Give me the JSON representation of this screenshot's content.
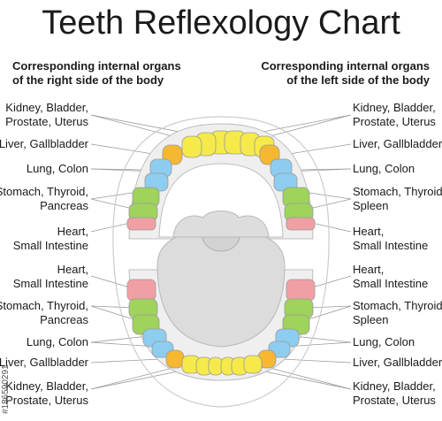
{
  "title": "Teeth Reflexology Chart",
  "headers": {
    "right_side": [
      "Corresponding internal organs",
      "of the right side of the body"
    ],
    "left_side": [
      "Corresponding internal organs",
      "of the left side of the body"
    ]
  },
  "colors": {
    "yellow": "#f5ea4a",
    "orange": "#f5b830",
    "blue": "#8dcdf0",
    "green": "#9ed35c",
    "red": "#f0a0a4",
    "gum": "#ececec",
    "outline": "#bbbbbb"
  },
  "labels": {
    "upper_incisors": [
      "Kidney, Bladder,",
      "Prostate, Uterus"
    ],
    "upper_canine": [
      "Liver, Gallbladder"
    ],
    "upper_premolars": [
      "Lung, Colon"
    ],
    "upper_molars": [
      "Stomach, Thyroid,",
      "Pancreas"
    ],
    "upper_molars_left": [
      "Stomach, Thyroid,",
      "Spleen"
    ],
    "upper_wisdom": [
      "Heart,",
      "Small Intestine"
    ],
    "lower_wisdom": [
      "Heart,",
      "Small Intestine"
    ],
    "lower_molars": [
      "Stomach, Thyroid,",
      "Pancreas"
    ],
    "lower_molars_left": [
      "Stomach, Thyroid,",
      "Spleen"
    ],
    "lower_premolars": [
      "Lung, Colon"
    ],
    "lower_canine": [
      "Liver, Gallbladder"
    ],
    "lower_incisors": [
      "Kidney, Bladder,",
      "Prostate, Uterus"
    ]
  },
  "watermark": "#186590291"
}
